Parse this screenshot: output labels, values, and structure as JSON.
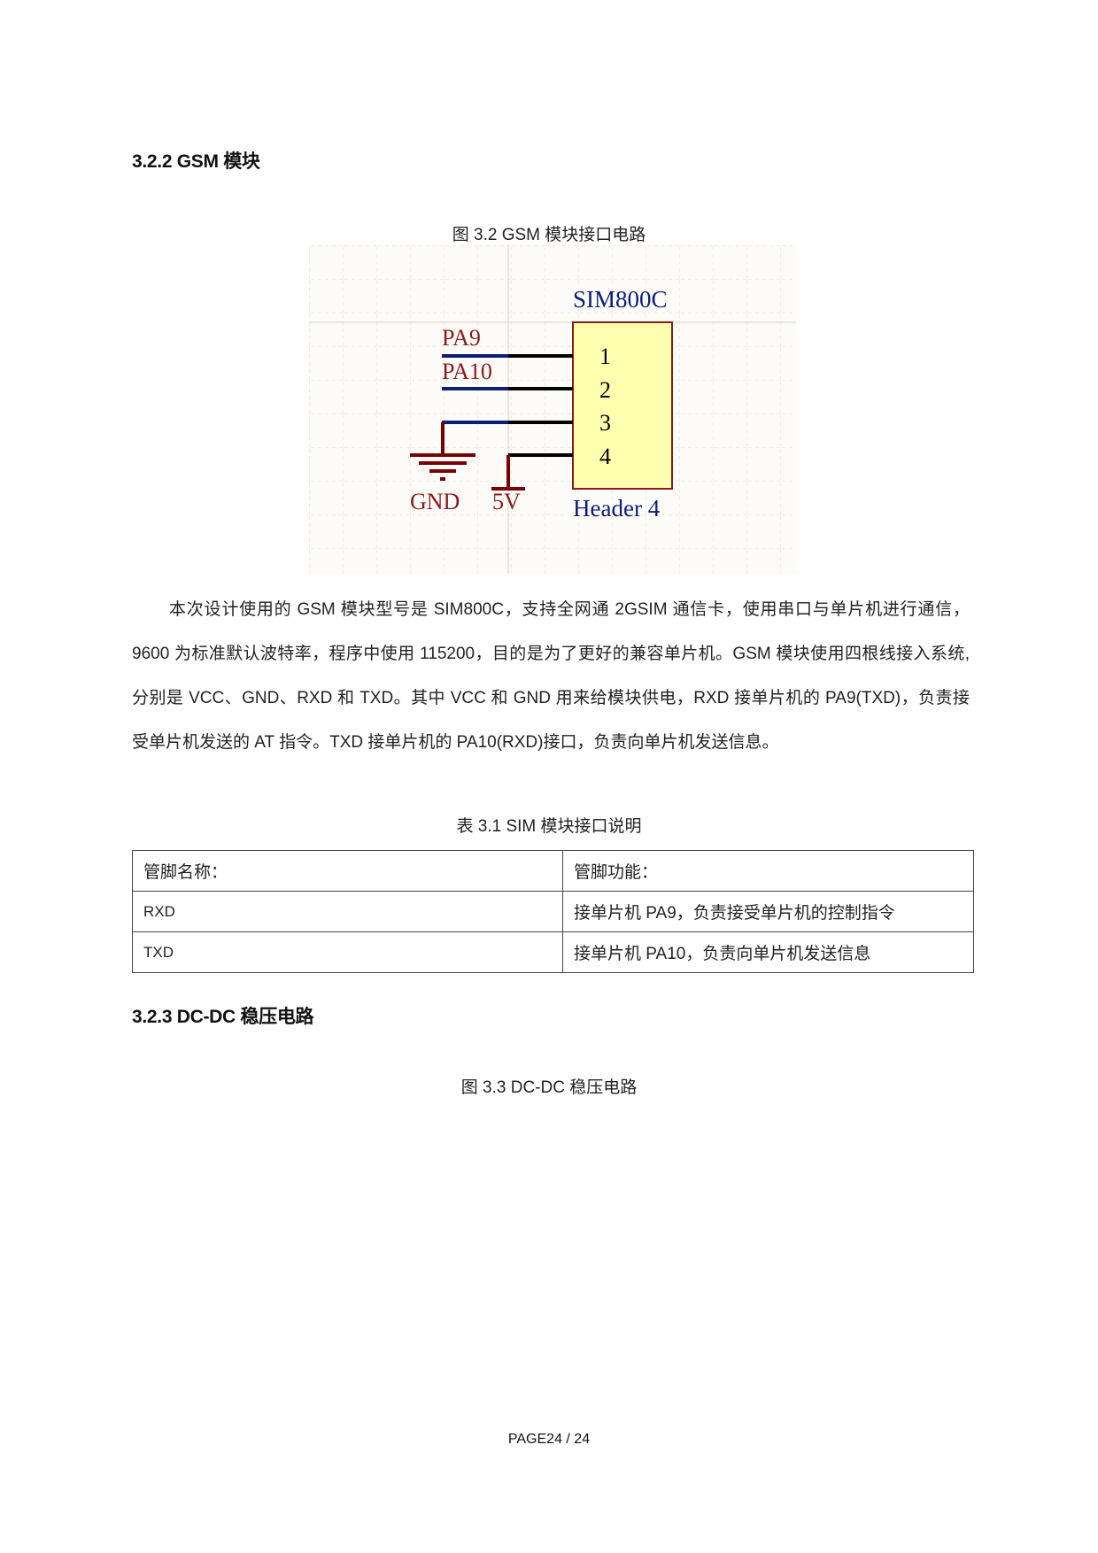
{
  "section_322": {
    "heading": "3.2.2 GSM 模块"
  },
  "figure_32": {
    "caption": "图 3.2 GSM 模块接口电路",
    "schematic": {
      "component_name": "SIM800C",
      "component_type": "Header 4",
      "pins": [
        "1",
        "2",
        "3",
        "4"
      ],
      "net_labels": [
        "PA9",
        "PA10"
      ],
      "power_labels": {
        "gnd": "GND",
        "vcc": "5V"
      },
      "colors": {
        "background": "#fdfbf7",
        "body_fill": "#ffffb0",
        "body_border": "#8b1a1a",
        "net_wire": "#0a1e7a",
        "pin_wire": "#000000",
        "power": "#7a0000",
        "label_red": "#8b1a1a",
        "label_blue": "#0a1e7a"
      }
    }
  },
  "paragraph": {
    "text": "本次设计使用的  GSM 模块型号是 SIM800C，支持全网通 2GSIM 通信卡，使用串口与单片机进行通信，9600 为标准默认波特率，程序中使用 115200，目的是为了更好的兼容单片机。GSM 模块使用四根线接入系统,分别是 VCC、GND、RXD 和 TXD。其中 VCC 和 GND 用来给模块供电，RXD 接单片机的 PA9(TXD)，负责接受单片机发送的 AT 指令。TXD 接单片机的 PA10(RXD)接口，负责向单片机发送信息。"
  },
  "table_31": {
    "caption": "表 3.1 SIM 模块接口说明",
    "headers": [
      "管脚名称：",
      "管脚功能："
    ],
    "rows": [
      [
        "RXD",
        "接单片机 PA9，负责接受单片机的控制指令"
      ],
      [
        "TXD",
        "接单片机 PA10，负责向单片机发送信息"
      ]
    ]
  },
  "section_323": {
    "heading": "3.2.3 DC-DC 稳压电路"
  },
  "figure_33": {
    "caption": "图 3.3 DC-DC 稳压电路"
  },
  "footer": {
    "page_label": "PAGE24 / 24"
  }
}
